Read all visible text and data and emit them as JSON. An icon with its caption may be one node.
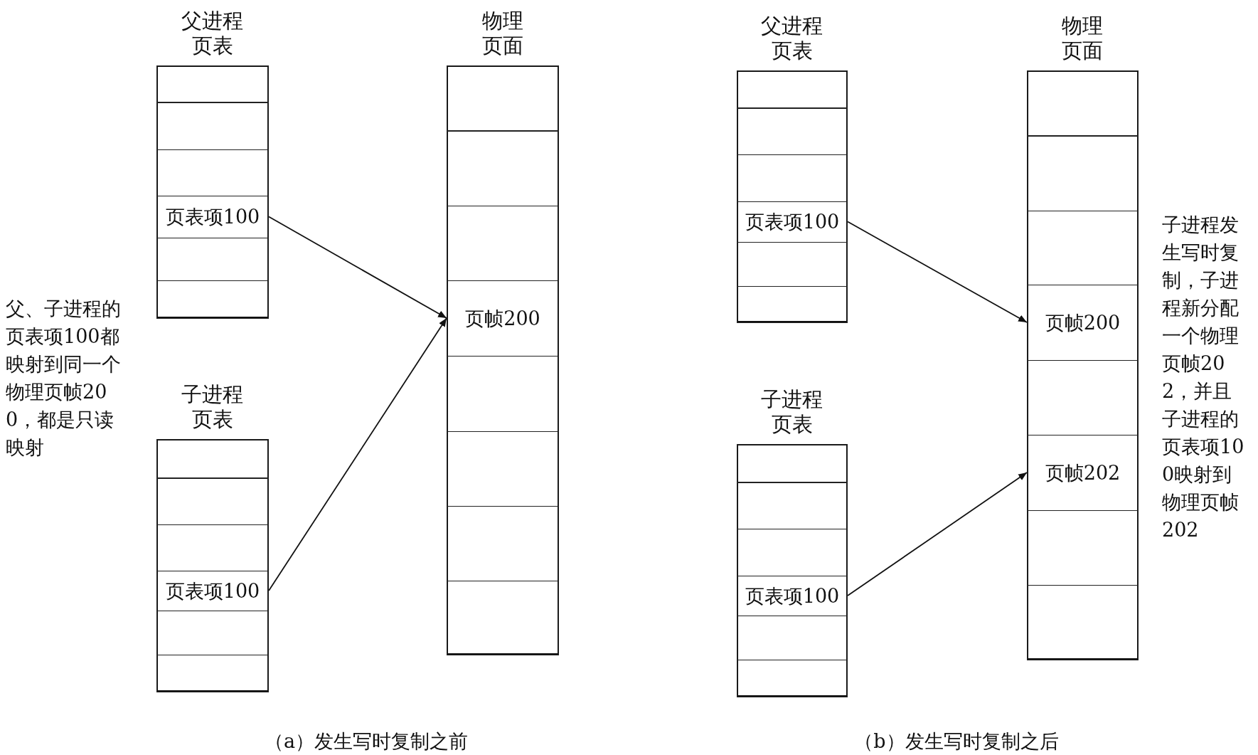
{
  "diagram": {
    "nodes": [
      {
        "text": [
          "父进程页表"
        ]
      },
      {
        "text": [],
        "shape": "box",
        "in": 0
      },
      {
        "text": [],
        "shape": "box",
        "in": 0
      },
      {
        "text": [],
        "shape": "box",
        "in": 0
      },
      {
        "text": [
          "页表项100"
        ],
        "in": 0
      },
      {
        "text": [],
        "shape": "box",
        "in": 0
      },
      {
        "text": [],
        "shape": "box",
        "in": 0
      },
      {
        "text": [
          "物理页面"
        ]
      },
      {
        "text": [],
        "shape": "box",
        "in": 7
      },
      {
        "text": [],
        "shape": "box",
        "in": 7
      },
      {
        "text": [],
        "shape": "box",
        "in": 7
      },
      {
        "text": [
          "页帧200"
        ],
        "in": 7
      },
      {
        "text": [],
        "shape": "box",
        "in": 7
      },
      {
        "text": [],
        "shape": "box",
        "in": 7
      },
      {
        "text": [],
        "shape": "box",
        "in": 7
      },
      {
        "text": [],
        "shape": "box",
        "in": 7
      },
      {
        "text": [
          "子进程页表"
        ]
      },
      {
        "text": [],
        "shape": "box",
        "in": 16
      },
      {
        "text": [],
        "shape": "box",
        "in": 16
      },
      {
        "text": [],
        "shape": "box",
        "in": 16
      },
      {
        "text": [
          "页表项100"
        ],
        "in": 16
      },
      {
        "text": [],
        "shape": "box",
        "in": 16
      },
      {
        "text": [],
        "shape": "box",
        "in": 16
      },
      {
        "text": [
          "父进程页表"
        ]
      },
      {
        "text": [],
        "shape": "box",
        "in": 23
      },
      {
        "text": [],
        "shape": "box",
        "in": 23
      },
      {
        "text": [],
        "shape": "box",
        "in": 23
      },
      {
        "text": [
          "页表项100"
        ],
        "in": 23
      },
      {
        "text": [],
        "shape": "box",
        "in": 23
      },
      {
        "text": [],
        "shape": "box",
        "in": 23
      },
      {
        "text": [
          "物理页面"
        ]
      },
      {
        "text": [],
        "shape": "box",
        "in": 30
      },
      {
        "text": [],
        "shape": "box",
        "in": 30
      },
      {
        "text": [],
        "shape": "box",
        "in": 30
      },
      {
        "text": [
          "页帧200"
        ],
        "in": 30
      },
      {
        "text": [],
        "shape": "box",
        "in": 30
      },
      {
        "text": [
          "页帧202"
        ],
        "in": 30
      },
      {
        "text": [],
        "shape": "box",
        "in": 30
      },
      {
        "text": [],
        "shape": "box",
        "in": 30
      },
      {
        "text": [
          "子进程页表"
        ]
      },
      {
        "text": [],
        "shape": "box",
        "in": 39
      },
      {
        "text": [],
        "shape": "box",
        "in": 39
      },
      {
        "text": [],
        "shape": "box",
        "in": 39
      },
      {
        "text": [
          "页表项100"
        ],
        "in": 39
      },
      {
        "text": [],
        "shape": "box",
        "in": 39
      },
      {
        "text": [],
        "shape": "box",
        "in": 39
      }
    ],
    "edges": [
      {
        "from": 4,
        "to": 11,
        "arrow": "to"
      },
      {
        "from": 20,
        "to": 11,
        "arrow": "to"
      },
      {
        "from": 27,
        "to": 34,
        "arrow": "to"
      },
      {
        "from": 43,
        "to": 36,
        "arrow": "to"
      }
    ],
    "labels": [
      "父、子进程的页表项100都映射到同一个物理页帧200，都是只读映射",
      "子进程发生写时复制，子进程新分配一个物理页帧202，并且子进程的页表项100映射到物理页帧202",
      "（a）发生写时复制之前",
      "（b）发生写时复制之后"
    ]
  }
}
